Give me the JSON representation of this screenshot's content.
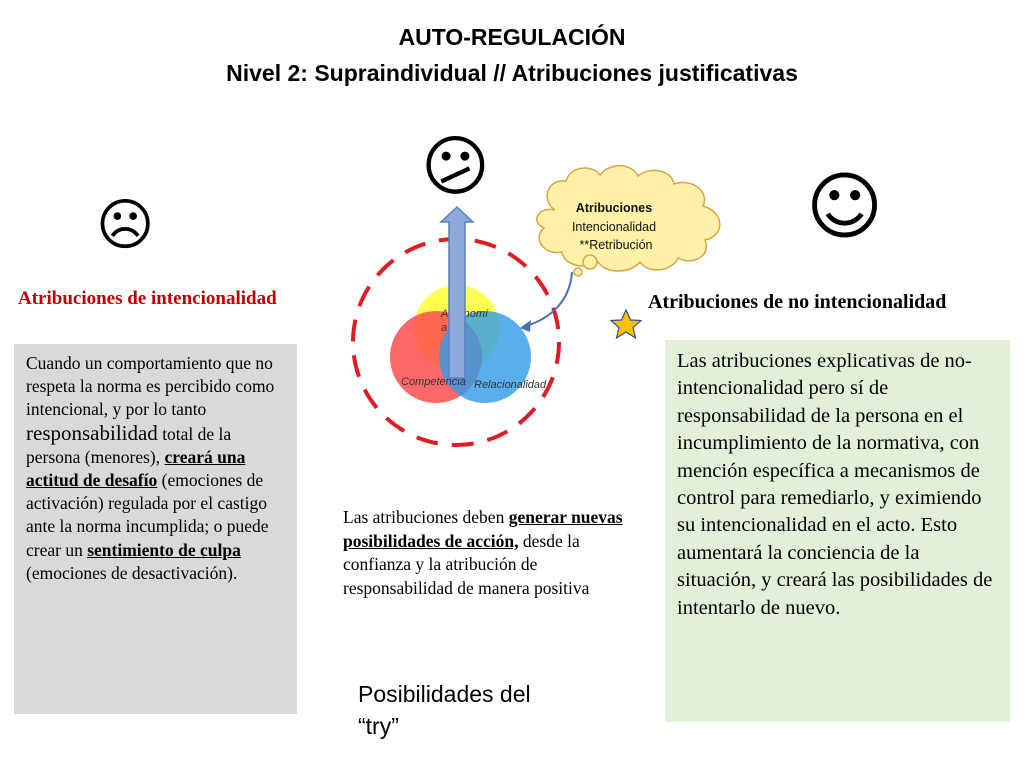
{
  "title": {
    "line1": "AUTO-REGULACIÓN",
    "line2": "Nivel 2: Supraindividual // Atribuciones justificativas"
  },
  "faces": {
    "left": "☹",
    "center": "😕",
    "right": "☺"
  },
  "left": {
    "heading": "Atribuciones de intencionalidad",
    "p1": "Cuando un comportamiento que no respeta la norma es percibido como intencional, y por lo tanto ",
    "p1_big": "responsabilidad",
    "p2": " total de la persona (menores), ",
    "p2_u": "creará una actitud de desafío",
    "p3": " (emociones de activación) regulada por el castigo ante la norma incumplida; o puede crear un ",
    "p3_u": "sentimiento de culpa ",
    "p4": "(emociones de desactivación)."
  },
  "right": {
    "heading": "Atribuciones de no intencionalidad",
    "body": "Las atribuciones explicativas de no-intencionalidad pero sí de responsabilidad de la persona en el incumplimiento de la normativa, con mención específica a mecanismos de control para remediarlo, y eximiendo su intencionalidad en el acto. Esto aumentará la conciencia de la situación, y creará las posibilidades de intentarlo de nuevo."
  },
  "center": {
    "t1": "Las atribuciones deben ",
    "t1_u": "generar nuevas posibilidades de acción,",
    "t2": " desde la confianza y la atribución de responsabilidad de manera positiva",
    "try_line1": "Posibilidades del",
    "try_line2": "“try”"
  },
  "cloud": {
    "title": "Atribuciones",
    "line2": "Intencionalidad",
    "line3": "**Retribución"
  },
  "venn": {
    "top": "Autonomía",
    "top_line1": "Autonomí",
    "top_line2": "a",
    "left": "Competencia",
    "right": "Relacionalidad"
  },
  "colors": {
    "red_heading": "#c00000",
    "dashed_circle": "#e01b24",
    "venn_yellow": "#ffff33",
    "venn_red": "#ff4d4d",
    "venn_blue": "#2f9bea",
    "cloud_fill": "#fff2a8",
    "arrow_fill": "#8eaadb",
    "star": "#ffc000",
    "left_box": "#d9d9d9",
    "right_box": "#e2efd9"
  }
}
